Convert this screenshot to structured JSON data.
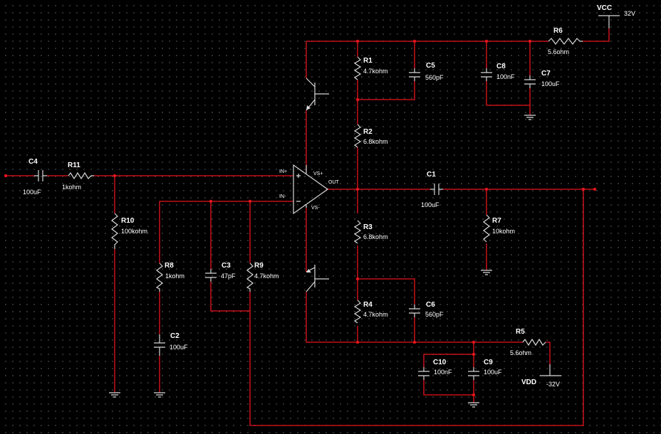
{
  "components": {
    "C4": {
      "name": "C4",
      "value": "100uF"
    },
    "R11": {
      "name": "R11",
      "value": "1kohm"
    },
    "R10": {
      "name": "R10",
      "value": "100kohm"
    },
    "R8": {
      "name": "R8",
      "value": "1kohm"
    },
    "C3": {
      "name": "C3",
      "value": "47pF"
    },
    "R9": {
      "name": "R9",
      "value": "4.7kohm"
    },
    "C2": {
      "name": "C2",
      "value": "100uF"
    },
    "R1": {
      "name": "R1",
      "value": "4.7kohm"
    },
    "C5": {
      "name": "C5",
      "value": "560pF"
    },
    "C8": {
      "name": "C8",
      "value": "100nF"
    },
    "C7": {
      "name": "C7",
      "value": "100uF"
    },
    "R6": {
      "name": "R6",
      "value": "5.6ohm"
    },
    "R2": {
      "name": "R2",
      "value": "6.8kohm"
    },
    "C1": {
      "name": "C1",
      "value": "100uF"
    },
    "R7": {
      "name": "R7",
      "value": "10kohm"
    },
    "R3": {
      "name": "R3",
      "value": "6.8kohm"
    },
    "R4": {
      "name": "R4",
      "value": "4.7kohm"
    },
    "C6": {
      "name": "C6",
      "value": "560pF"
    },
    "R5": {
      "name": "R5",
      "value": "5.6ohm"
    },
    "C10": {
      "name": "C10",
      "value": "100nF"
    },
    "C9": {
      "name": "C9",
      "value": "100uF"
    }
  },
  "supplies": {
    "vcc": {
      "name": "VCC",
      "voltage": "32V"
    },
    "vdd": {
      "name": "VDD",
      "voltage": "-32V"
    }
  },
  "opamp": {
    "in_plus": "IN+",
    "in_minus": "IN-",
    "vs_plus": "VS+",
    "vs_minus": "VS-",
    "out": "OUT"
  },
  "colors": {
    "background": "#000000",
    "wire": "#e8141e",
    "component": "#d8d8d8",
    "text": "#ffffff",
    "grid_dot": "#3a3a3a"
  }
}
